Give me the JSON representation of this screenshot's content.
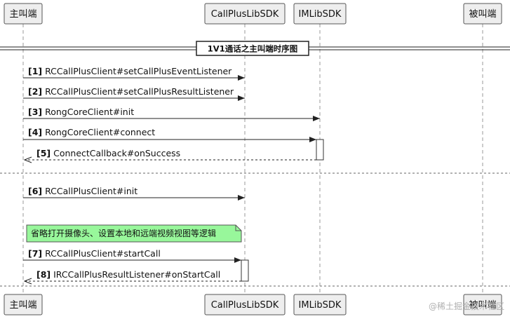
{
  "participants": [
    {
      "id": "caller",
      "label": "主叫端"
    },
    {
      "id": "sdk",
      "label": "CallPlusLibSDK"
    },
    {
      "id": "im",
      "label": "IMLibSDK"
    },
    {
      "id": "callee",
      "label": "被叫端"
    }
  ],
  "divider": {
    "label": "1V1通话之主叫端时序图"
  },
  "messages": [
    {
      "num": "[1]",
      "text": "RCCallPlusClient#setCallPlusEventListener",
      "from": "caller",
      "to": "sdk",
      "style": "solid"
    },
    {
      "num": "[2]",
      "text": "RCCallPlusClient#setCallPlusResultListener",
      "from": "caller",
      "to": "sdk",
      "style": "solid"
    },
    {
      "num": "[3]",
      "text": "RongCoreClient#init",
      "from": "caller",
      "to": "im",
      "style": "solid"
    },
    {
      "num": "[4]",
      "text": "RongCoreClient#connect",
      "from": "caller",
      "to": "im",
      "style": "solid"
    },
    {
      "num": "[5]",
      "text": "ConnectCallback#onSuccess",
      "from": "im",
      "to": "caller",
      "style": "dashed"
    },
    {
      "num": "[6]",
      "text": "RCCallPlusClient#init",
      "from": "caller",
      "to": "sdk",
      "style": "solid"
    },
    {
      "num": "[7]",
      "text": "RCCallPlusClient#startCall",
      "from": "caller",
      "to": "sdk",
      "style": "solid"
    },
    {
      "num": "[8]",
      "text": "IRCCallPlusResultListener#onStartCall",
      "from": "sdk",
      "to": "caller",
      "style": "dashed"
    }
  ],
  "note": {
    "text": "省略打开摄像头、设置本地和远端视频视图等逻辑",
    "color": "#98f79b"
  },
  "watermark": "@稀土掘金技术社区"
}
